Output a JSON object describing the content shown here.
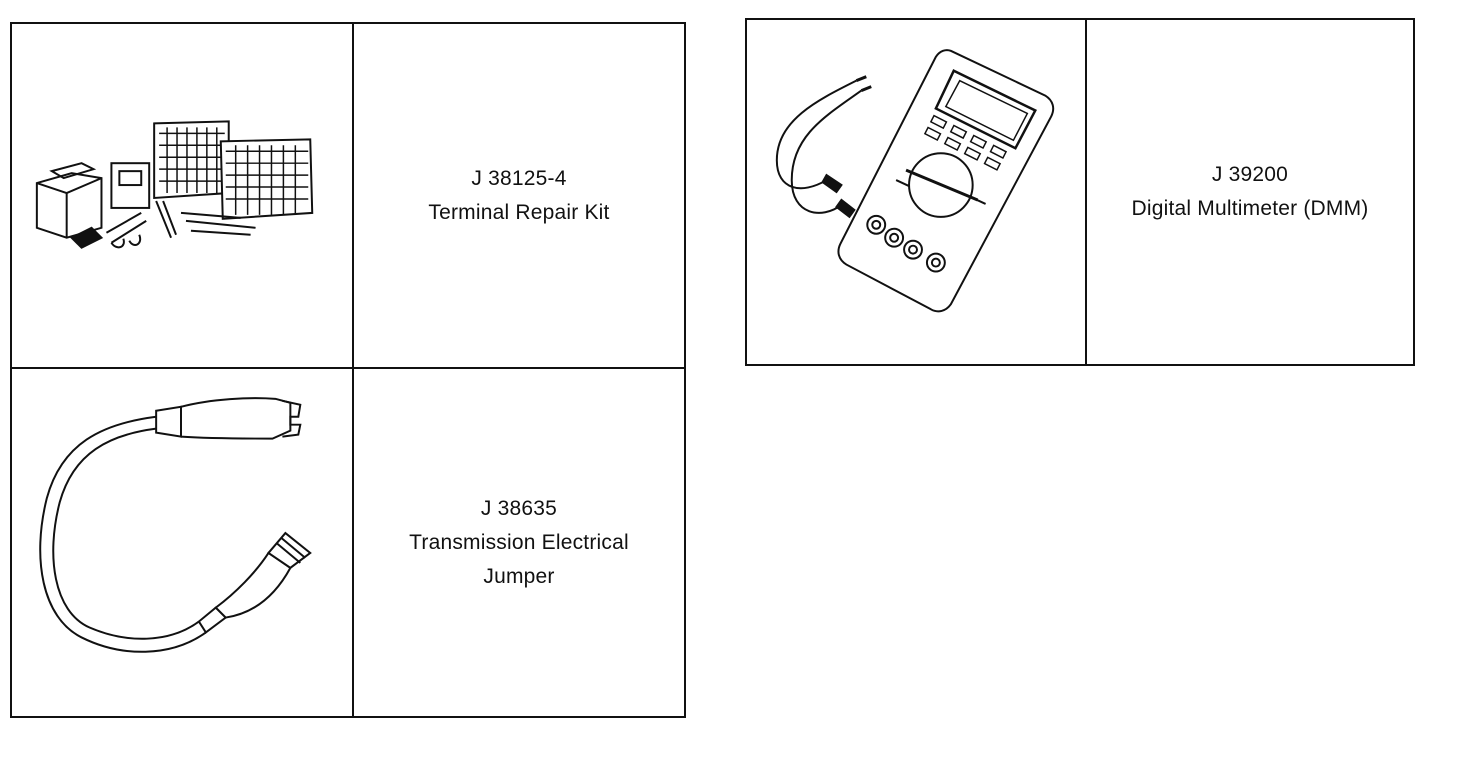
{
  "tools": [
    {
      "part_number": "J 38125-4",
      "name_lines": [
        "Terminal Repair Kit"
      ],
      "illustration": "terminal-repair-kit-illustration"
    },
    {
      "part_number": "J 38635",
      "name_lines": [
        "Transmission Electrical",
        "Jumper"
      ],
      "illustration": "electrical-jumper-illustration"
    },
    {
      "part_number": "J 39200",
      "name_lines": [
        "Digital Multimeter (DMM)"
      ],
      "illustration": "digital-multimeter-illustration"
    }
  ],
  "colors": {
    "ink": "#111111",
    "paper": "#ffffff"
  }
}
